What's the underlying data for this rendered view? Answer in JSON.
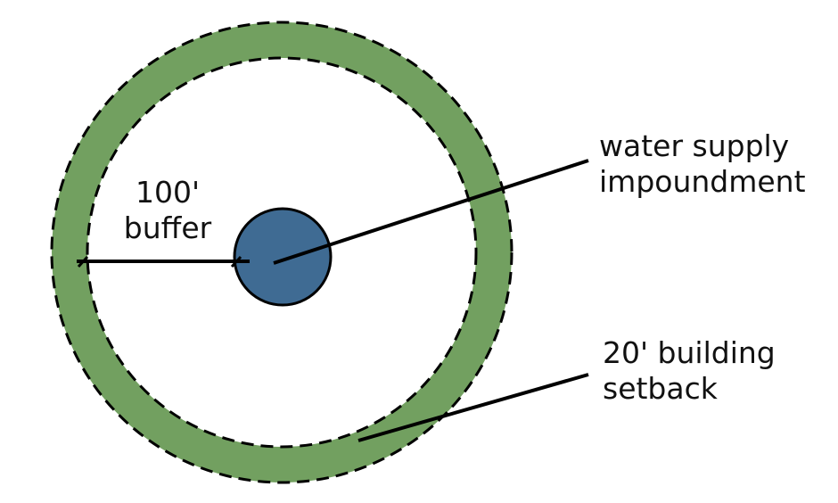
{
  "labels": {
    "buffer_line1": "100'",
    "buffer_line2": "buffer",
    "impoundment_line1": "water supply",
    "impoundment_line2": "impoundment",
    "setback_line1": "20' building",
    "setback_line2": "setback"
  },
  "colors": {
    "setback_band": "#72a060",
    "impoundment": "#3f6b93",
    "line": "#000000"
  }
}
